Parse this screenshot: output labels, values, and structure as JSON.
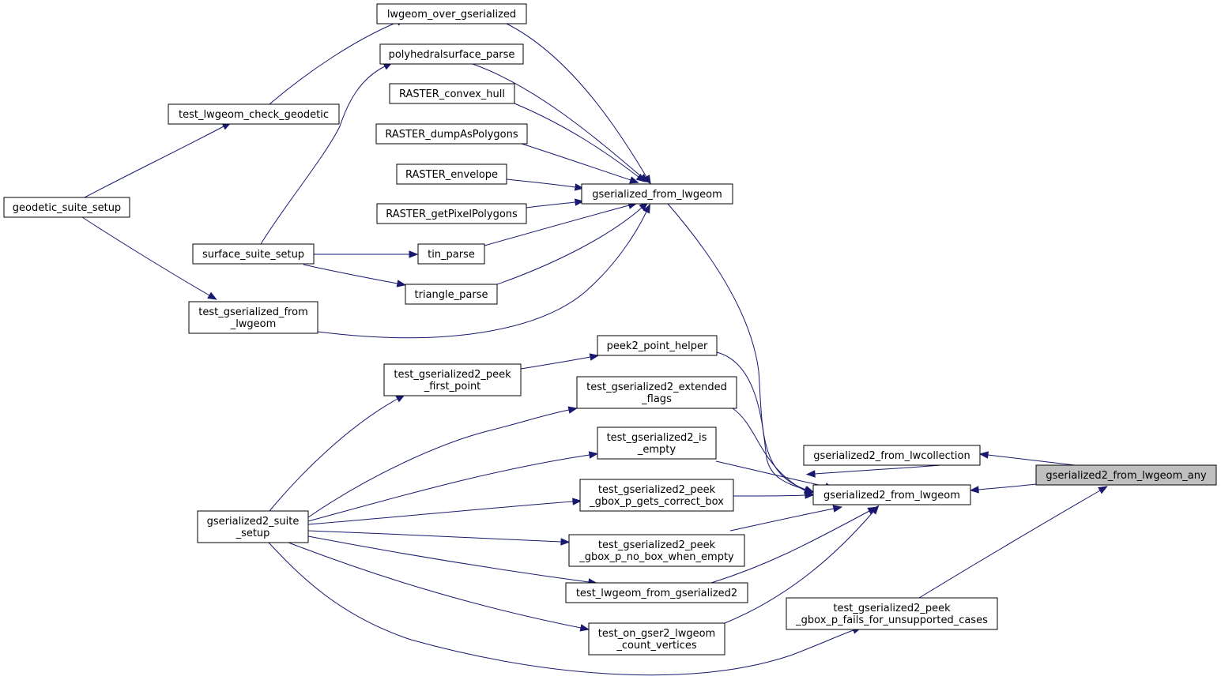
{
  "colors": {
    "edge": "#191970",
    "highlight_fill": "#bfbfbf",
    "node_fill": "#ffffff",
    "node_stroke": "#000000"
  },
  "nodes": {
    "lwgeom_over_gserialized": [
      "lwgeom_over_gserialized"
    ],
    "polyhedralsurface_parse": [
      "polyhedralsurface_parse"
    ],
    "raster_convex_hull": [
      "RASTER_convex_hull"
    ],
    "raster_dumpaspolygons": [
      "RASTER_dumpAsPolygons"
    ],
    "raster_envelope": [
      "RASTER_envelope"
    ],
    "raster_getpixelpolygons": [
      "RASTER_getPixelPolygons"
    ],
    "test_lwgeom_check_geodetic": [
      "test_lwgeom_check_geodetic"
    ],
    "geodetic_suite_setup": [
      "geodetic_suite_setup"
    ],
    "surface_suite_setup": [
      "surface_suite_setup"
    ],
    "tin_parse": [
      "tin_parse"
    ],
    "triangle_parse": [
      "triangle_parse"
    ],
    "test_gserialized_from_lwgeom": [
      "test_gserialized_from",
      "_lwgeom"
    ],
    "gserialized_from_lwgeom": [
      "gserialized_from_lwgeom"
    ],
    "peek2_point_helper": [
      "peek2_point_helper"
    ],
    "test_gserialized2_peek_first_point": [
      "test_gserialized2_peek",
      "_first_point"
    ],
    "test_gserialized2_extended_flags": [
      "test_gserialized2_extended",
      "_flags"
    ],
    "test_gserialized2_is_empty": [
      "test_gserialized2_is",
      "_empty"
    ],
    "gserialized2_from_lwcollection": [
      "gserialized2_from_lwcollection"
    ],
    "gserialized2_from_lwgeom_any": [
      "gserialized2_from_lwgeom_any"
    ],
    "test_gserialized2_peek_gbox_p_gets_correct_box": [
      "test_gserialized2_peek",
      "_gbox_p_gets_correct_box"
    ],
    "gserialized2_from_lwgeom": [
      "gserialized2_from_lwgeom"
    ],
    "gserialized2_suite_setup": [
      "gserialized2_suite",
      "_setup"
    ],
    "test_gserialized2_peek_gbox_p_no_box_when_empty": [
      "test_gserialized2_peek",
      "_gbox_p_no_box_when_empty"
    ],
    "test_lwgeom_from_gserialized2": [
      "test_lwgeom_from_gserialized2"
    ],
    "test_gserialized2_peek_gbox_p_fails_for_unsupported_cases": [
      "test_gserialized2_peek",
      "_gbox_p_fails_for_unsupported_cases"
    ],
    "test_on_gser2_lwgeom_count_vertices": [
      "test_on_gser2_lwgeom",
      "_count_vertices"
    ]
  },
  "edges": [
    [
      "gserialized2_from_lwgeom_any",
      "gserialized2_from_lwcollection"
    ],
    [
      "gserialized2_from_lwgeom_any",
      "gserialized2_from_lwgeom"
    ],
    [
      "gserialized2_from_lwgeom_any",
      "test_gserialized2_peek_gbox_p_fails_for_unsupported_cases"
    ],
    [
      "gserialized2_from_lwcollection",
      "gserialized2_from_lwgeom"
    ],
    [
      "gserialized2_from_lwgeom",
      "gserialized_from_lwgeom"
    ],
    [
      "gserialized2_from_lwgeom",
      "peek2_point_helper"
    ],
    [
      "gserialized2_from_lwgeom",
      "test_gserialized2_extended_flags"
    ],
    [
      "gserialized2_from_lwgeom",
      "test_gserialized2_is_empty"
    ],
    [
      "gserialized2_from_lwgeom",
      "test_gserialized2_peek_gbox_p_gets_correct_box"
    ],
    [
      "gserialized2_from_lwgeom",
      "test_gserialized2_peek_gbox_p_no_box_when_empty"
    ],
    [
      "gserialized2_from_lwgeom",
      "test_lwgeom_from_gserialized2"
    ],
    [
      "gserialized2_from_lwgeom",
      "test_on_gser2_lwgeom_count_vertices"
    ],
    [
      "gserialized_from_lwgeom",
      "lwgeom_over_gserialized"
    ],
    [
      "gserialized_from_lwgeom",
      "polyhedralsurface_parse"
    ],
    [
      "gserialized_from_lwgeom",
      "raster_convex_hull"
    ],
    [
      "gserialized_from_lwgeom",
      "raster_dumpaspolygons"
    ],
    [
      "gserialized_from_lwgeom",
      "raster_envelope"
    ],
    [
      "gserialized_from_lwgeom",
      "raster_getpixelpolygons"
    ],
    [
      "gserialized_from_lwgeom",
      "tin_parse"
    ],
    [
      "gserialized_from_lwgeom",
      "triangle_parse"
    ],
    [
      "gserialized_from_lwgeom",
      "test_gserialized_from_lwgeom"
    ],
    [
      "lwgeom_over_gserialized",
      "test_lwgeom_check_geodetic"
    ],
    [
      "test_lwgeom_check_geodetic",
      "geodetic_suite_setup"
    ],
    [
      "polyhedralsurface_parse",
      "surface_suite_setup"
    ],
    [
      "tin_parse",
      "surface_suite_setup"
    ],
    [
      "triangle_parse",
      "surface_suite_setup"
    ],
    [
      "test_gserialized_from_lwgeom",
      "geodetic_suite_setup"
    ],
    [
      "peek2_point_helper",
      "test_gserialized2_peek_first_point"
    ],
    [
      "test_gserialized2_peek_first_point",
      "gserialized2_suite_setup"
    ],
    [
      "test_gserialized2_extended_flags",
      "gserialized2_suite_setup"
    ],
    [
      "test_gserialized2_is_empty",
      "gserialized2_suite_setup"
    ],
    [
      "test_gserialized2_peek_gbox_p_gets_correct_box",
      "gserialized2_suite_setup"
    ],
    [
      "test_gserialized2_peek_gbox_p_no_box_when_empty",
      "gserialized2_suite_setup"
    ],
    [
      "test_lwgeom_from_gserialized2",
      "gserialized2_suite_setup"
    ],
    [
      "test_on_gser2_lwgeom_count_vertices",
      "gserialized2_suite_setup"
    ],
    [
      "test_gserialized2_peek_gbox_p_fails_for_unsupported_cases",
      "gserialized2_suite_setup"
    ]
  ]
}
